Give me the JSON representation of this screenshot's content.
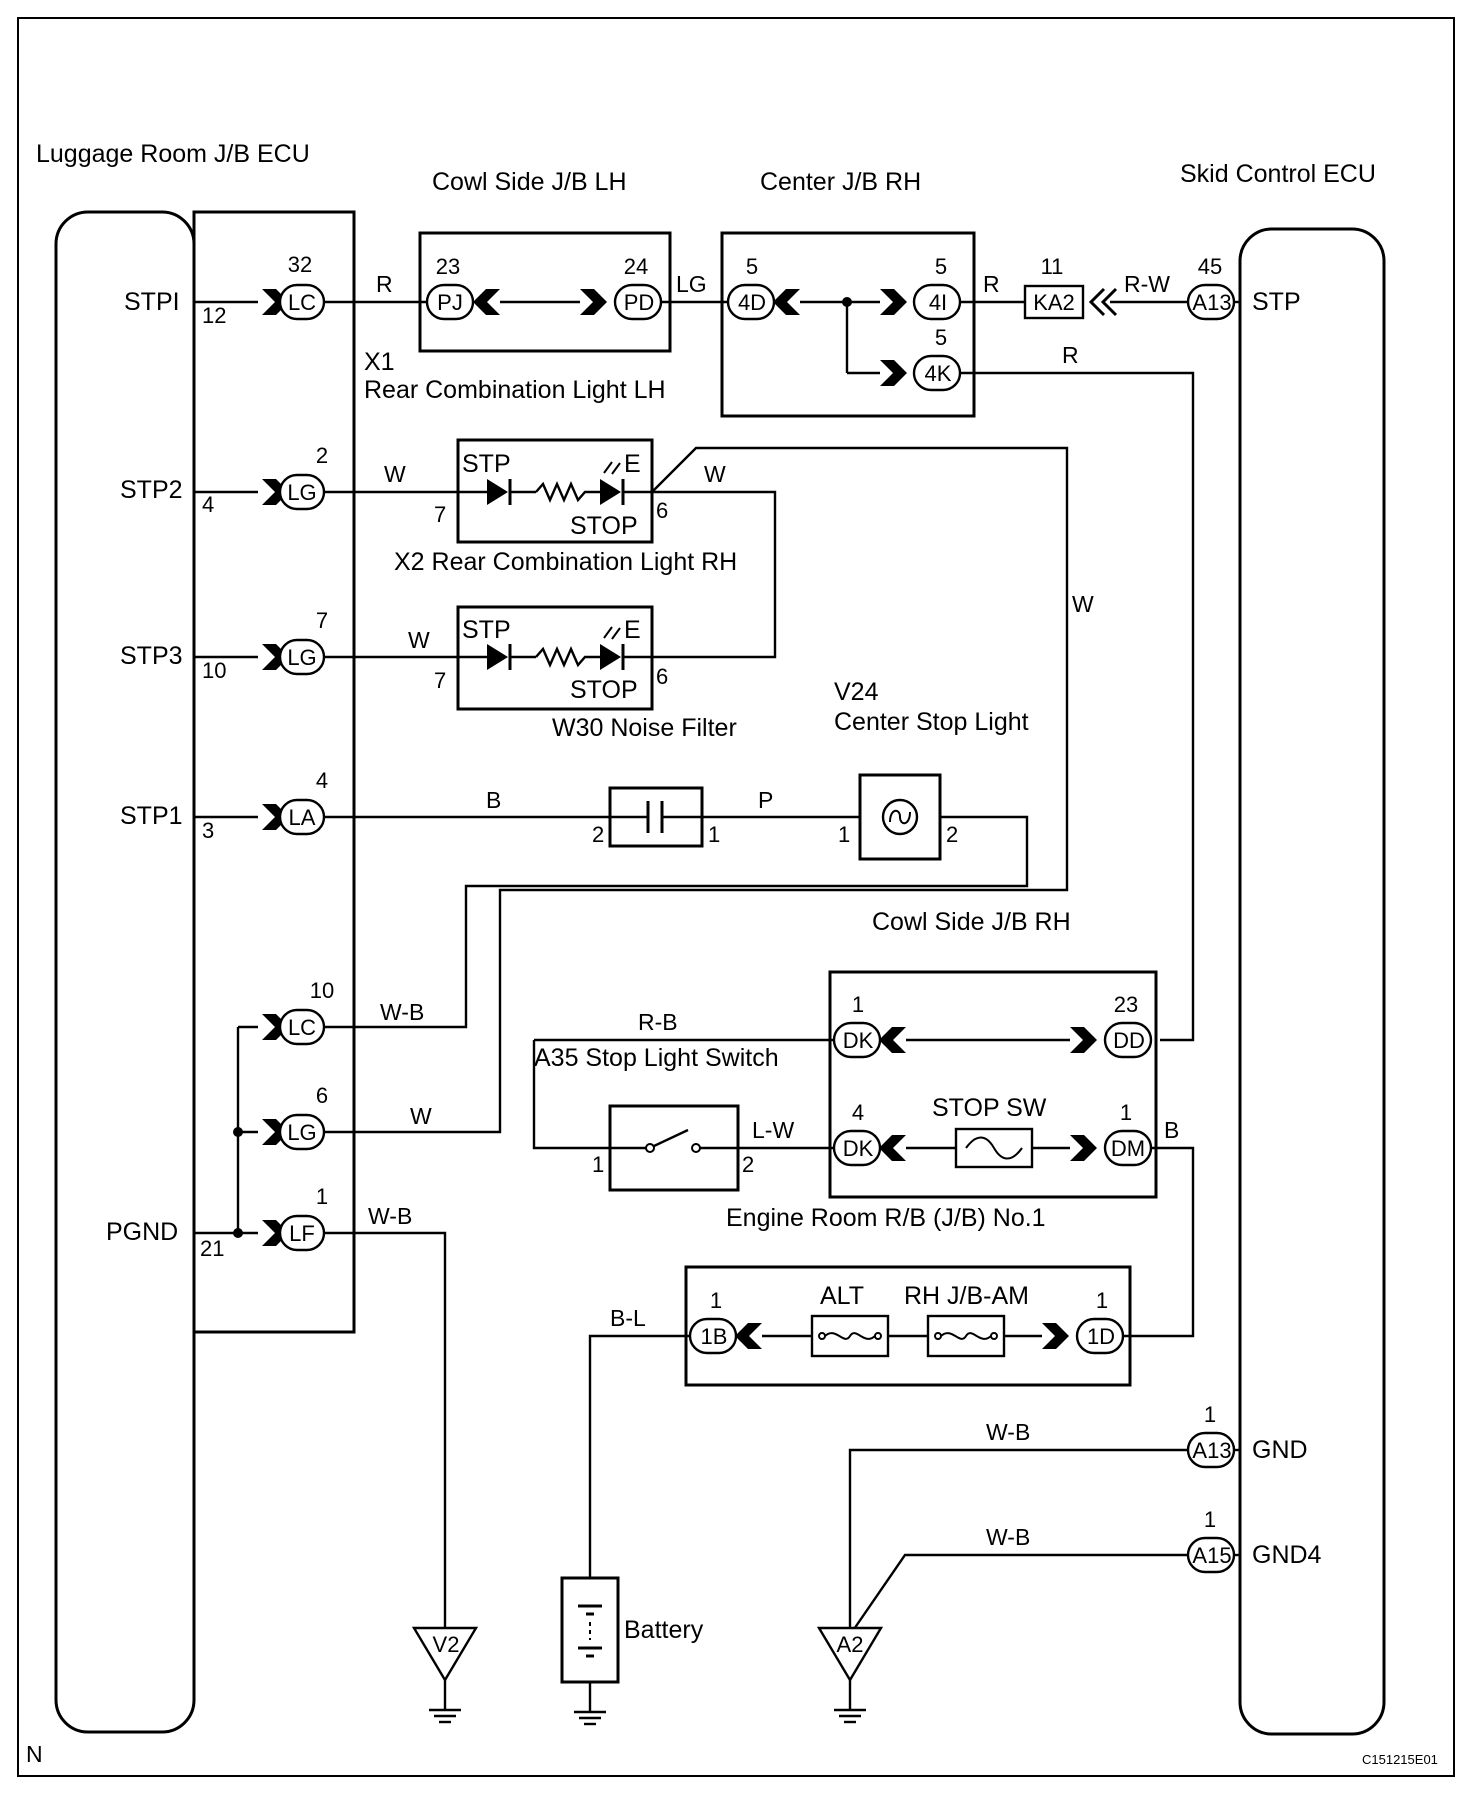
{
  "components": {
    "luggage_jb_ecu": "Luggage Room J/B ECU",
    "cowl_lh": "Cowl Side J/B LH",
    "center_jb_rh": "Center J/B RH",
    "skid_ecu": "Skid Control ECU",
    "x1_code": "X1",
    "x1_name": "Rear Combination Light LH",
    "x2": "X2 Rear Combination Light RH",
    "w30": "W30 Noise Filter",
    "v24_code": "V24",
    "v24_name": "Center Stop Light",
    "cowl_rh": "Cowl Side J/B RH",
    "a35": "A35 Stop Light Switch",
    "engine_rb": "Engine Room R/B (J/B) No.1",
    "battery": "Battery",
    "stop_sw": "STOP SW",
    "alt": "ALT",
    "rh_jb_am": "RH J/B-AM"
  },
  "ecu_terminals": {
    "stpi": "STPI",
    "stpi_pin": "12",
    "stp2": "STP2",
    "stp2_pin": "4",
    "stp3": "STP3",
    "stp3_pin": "10",
    "stp1": "STP1",
    "stp1_pin": "3",
    "pgnd": "PGND",
    "pgnd_pin": "21"
  },
  "skid_terminals": {
    "stp": "STP",
    "gnd": "GND",
    "gnd4": "GND4"
  },
  "connectors": {
    "lc32": {
      "name": "LC",
      "pin": "32"
    },
    "lg2": {
      "name": "LG",
      "pin": "2"
    },
    "lg7": {
      "name": "LG",
      "pin": "7"
    },
    "la4": {
      "name": "LA",
      "pin": "4"
    },
    "lc10": {
      "name": "LC",
      "pin": "10"
    },
    "lg6": {
      "name": "LG",
      "pin": "6"
    },
    "lf1": {
      "name": "LF",
      "pin": "1"
    },
    "pj23": {
      "name": "PJ",
      "pin": "23"
    },
    "pd24": {
      "name": "PD",
      "pin": "24"
    },
    "d4d": {
      "name": "4D",
      "pin": "5"
    },
    "d4i": {
      "name": "4I",
      "pin": "5"
    },
    "d4k": {
      "name": "4K",
      "pin": "5"
    },
    "ka2": {
      "name": "KA2",
      "pin": "11"
    },
    "a13stp": {
      "name": "A13",
      "pin": "45"
    },
    "dk1": {
      "name": "DK",
      "pin": "1"
    },
    "dd23": {
      "name": "DD",
      "pin": "23"
    },
    "dk4": {
      "name": "DK",
      "pin": "4"
    },
    "dm1": {
      "name": "DM",
      "pin": "1"
    },
    "b1": {
      "name": "1B",
      "pin": "1"
    },
    "d1": {
      "name": "1D",
      "pin": "1"
    },
    "a13gnd": {
      "name": "A13",
      "pin": "1"
    },
    "a15": {
      "name": "A15",
      "pin": "1"
    }
  },
  "lamp": {
    "stp": "STP",
    "e": "E",
    "stop": "STOP"
  },
  "pins": {
    "x2_in": "7",
    "x2_out": "6",
    "w30_in": "7",
    "w30_out": "6",
    "nf_l": "2",
    "nf_r": "1",
    "v24_l": "1",
    "v24_r": "2",
    "sw_l": "1",
    "sw_r": "2"
  },
  "wire_colors": {
    "stpi_r": "R",
    "lg_wire": "LG",
    "r_4i": "R",
    "rw": "R-W",
    "r_4k": "R",
    "stp2_w": "W",
    "w_x2_out": "W",
    "w_vertical": "W",
    "stp3_w": "W",
    "b_stp1": "B",
    "p_v24": "P",
    "wb_lc10": "W-B",
    "w_lg6": "W",
    "wb_lf1": "W-B",
    "rb": "R-B",
    "lw": "L-W",
    "b_dm": "B",
    "bl": "B-L",
    "wb_gnd": "W-B",
    "wb_gnd4": "W-B"
  },
  "grounds": {
    "v2": "V2",
    "a2": "A2"
  },
  "footer": {
    "left": "N",
    "right": "C151215E01"
  }
}
